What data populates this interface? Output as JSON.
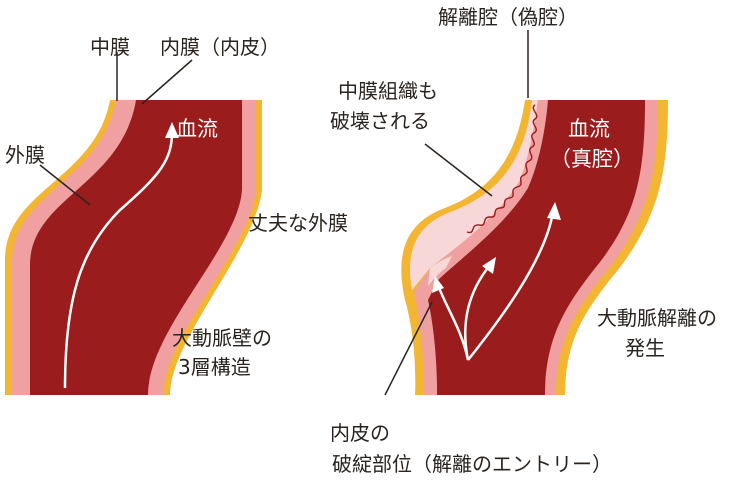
{
  "left_figure": {
    "label_media": "中膜",
    "label_intima": "内膜（内皮）",
    "label_adventitia": "外膜",
    "label_blood_flow": "血流",
    "caption_line1": "大動脈壁の",
    "caption_line2": "3層構造"
  },
  "center": {
    "label_strong_adventitia": "丈夫な外膜"
  },
  "right_figure": {
    "label_false_lumen": "解離腔（偽腔）",
    "label_media_destroyed_line1": "中膜組織も",
    "label_media_destroyed_line2": "破壊される",
    "label_blood_flow": "血流",
    "label_true_lumen": "（真腔）",
    "caption_line1": "大動脈解離の",
    "caption_line2": "発生",
    "label_entry_line1": "内皮の",
    "label_entry_line2": "破綻部位（解離のエントリー）"
  },
  "colors": {
    "adventitia": "#f2b632",
    "intima": "#f0a0a0",
    "blood": "#9b1c1c",
    "false_lumen": "#f7d7d7",
    "leader_line": "#2a2420"
  }
}
